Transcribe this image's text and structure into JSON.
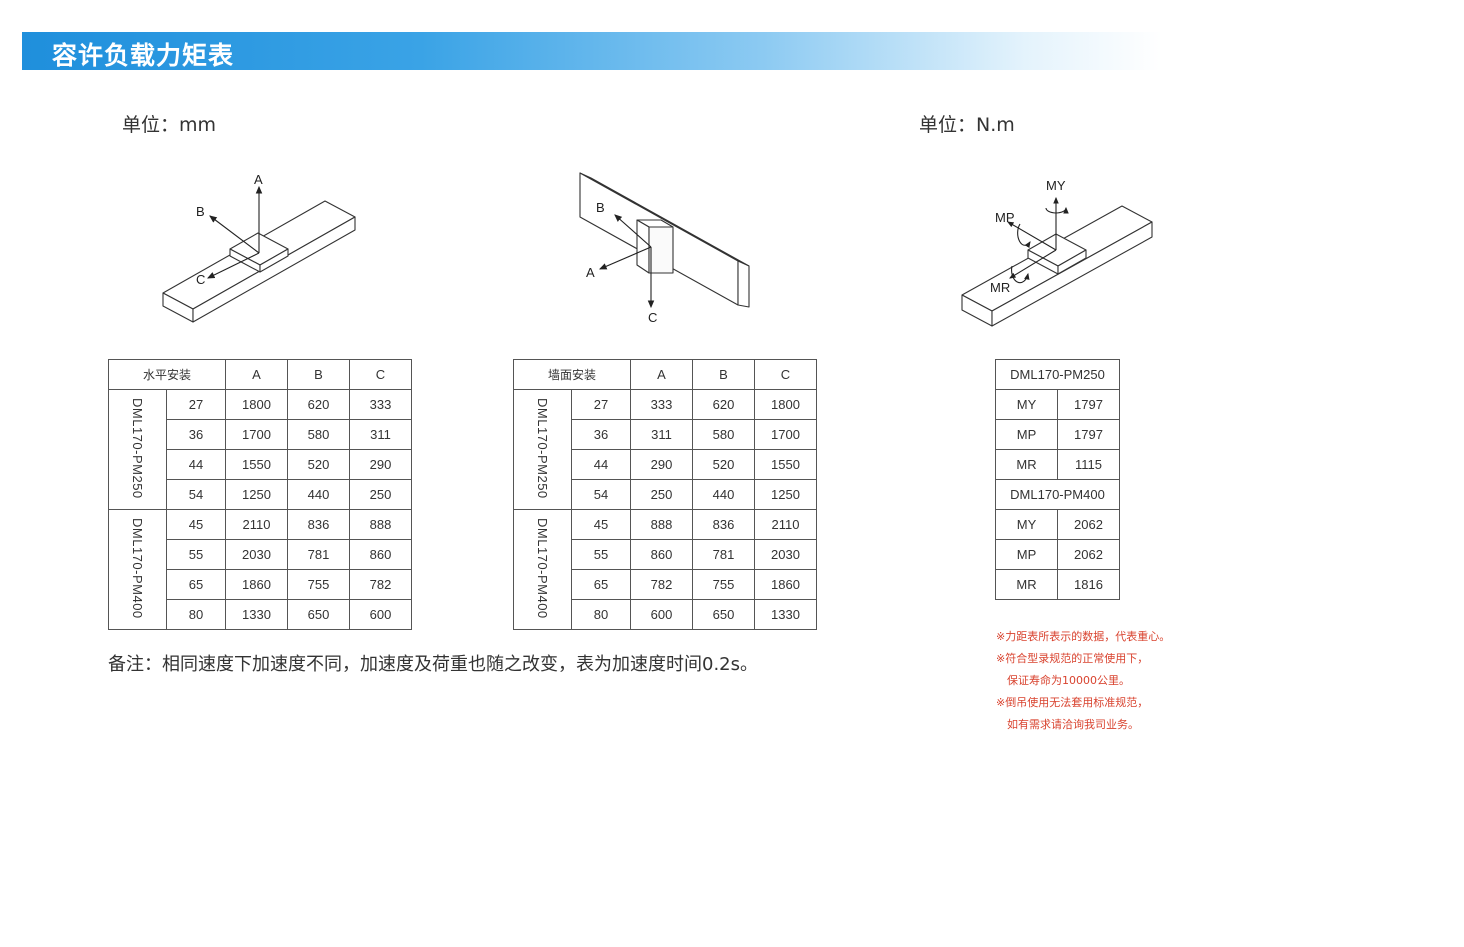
{
  "header": {
    "title": "容许负载力矩表"
  },
  "units": {
    "left": "单位：mm",
    "right": "单位：N.m"
  },
  "diagrams": {
    "horizontal": {
      "labels": {
        "a": "A",
        "b": "B",
        "c": "C"
      }
    },
    "wall": {
      "labels": {
        "a": "A",
        "b": "B",
        "c": "C"
      }
    },
    "moment": {
      "labels": {
        "my": "MY",
        "mp": "MP",
        "mr": "MR"
      }
    }
  },
  "horizontal_table": {
    "corner": "水平安装",
    "cols": [
      "A",
      "B",
      "C"
    ],
    "groups": [
      {
        "model": "DML170-PM250",
        "rows": [
          [
            "27",
            "1800",
            "620",
            "333"
          ],
          [
            "36",
            "1700",
            "580",
            "311"
          ],
          [
            "44",
            "1550",
            "520",
            "290"
          ],
          [
            "54",
            "1250",
            "440",
            "250"
          ]
        ]
      },
      {
        "model": "DML170-PM400",
        "rows": [
          [
            "45",
            "2110",
            "836",
            "888"
          ],
          [
            "55",
            "2030",
            "781",
            "860"
          ],
          [
            "65",
            "1860",
            "755",
            "782"
          ],
          [
            "80",
            "1330",
            "650",
            "600"
          ]
        ]
      }
    ]
  },
  "wall_table": {
    "corner": "墙面安装",
    "cols": [
      "A",
      "B",
      "C"
    ],
    "groups": [
      {
        "model": "DML170-PM250",
        "rows": [
          [
            "27",
            "333",
            "620",
            "1800"
          ],
          [
            "36",
            "311",
            "580",
            "1700"
          ],
          [
            "44",
            "290",
            "520",
            "1550"
          ],
          [
            "54",
            "250",
            "440",
            "1250"
          ]
        ]
      },
      {
        "model": "DML170-PM400",
        "rows": [
          [
            "45",
            "888",
            "836",
            "2110"
          ],
          [
            "55",
            "860",
            "781",
            "2030"
          ],
          [
            "65",
            "782",
            "755",
            "1860"
          ],
          [
            "80",
            "600",
            "650",
            "1330"
          ]
        ]
      }
    ]
  },
  "moment_table": {
    "groups": [
      {
        "model": "DML170-PM250",
        "rows": [
          [
            "MY",
            "1797"
          ],
          [
            "MP",
            "1797"
          ],
          [
            "MR",
            "1115"
          ]
        ]
      },
      {
        "model": "DML170-PM400",
        "rows": [
          [
            "MY",
            "2062"
          ],
          [
            "MP",
            "2062"
          ],
          [
            "MR",
            "1816"
          ]
        ]
      }
    ]
  },
  "remark": "备注：相同速度下加速度不同，加速度及荷重也随之改变，表为加速度时间0.2s。",
  "notes": [
    "※力距表所表示的数据，代表重心。",
    "※符合型录规范的正常使用下，",
    "保证寿命为10000公里。",
    "※倒吊使用无法套用标准规范，",
    "如有需求请洽询我司业务。"
  ],
  "colors": {
    "header": "#1f8fdc",
    "notes": "#d9432f"
  }
}
